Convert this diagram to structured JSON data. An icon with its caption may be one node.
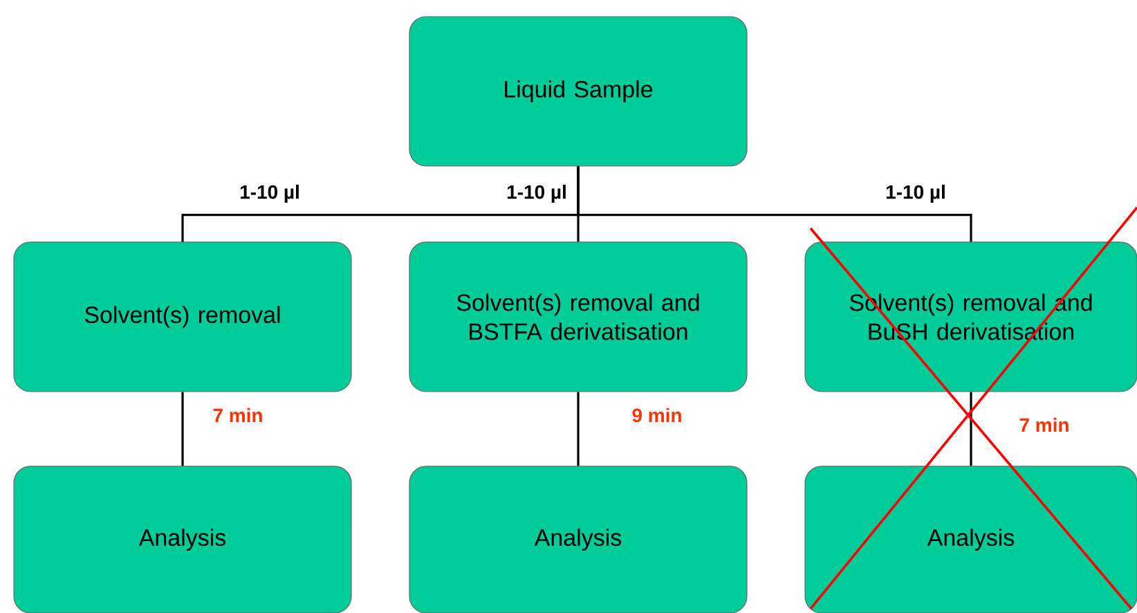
{
  "diagram": {
    "nodes": [
      {
        "text": [
          "Liquid Sample"
        ]
      },
      {
        "text": [
          "Solvent(s) removal"
        ]
      },
      {
        "text": [
          "Solvent(s) removal and BSTFA derivatisation"
        ]
      },
      {
        "text": [
          "Solvent(s) removal and BuSH derivatisation"
        ]
      },
      {
        "text": [
          "Analysis"
        ]
      },
      {
        "text": [
          "Analysis"
        ]
      },
      {
        "text": [
          "Analysis"
        ]
      }
    ],
    "edges": [
      {
        "from": 0,
        "to": 1,
        "arrow": "none",
        "label": "1-10 µl"
      },
      {
        "from": 0,
        "to": 2,
        "arrow": "none",
        "label": "1-10 µl"
      },
      {
        "from": 0,
        "to": 3,
        "arrow": "none",
        "label": "1-10 µl"
      },
      {
        "from": 1,
        "to": 4,
        "arrow": "none",
        "label": "7 min"
      },
      {
        "from": 2,
        "to": 5,
        "arrow": "none",
        "label": "9 min"
      },
      {
        "from": 3,
        "to": 6,
        "arrow": "none",
        "label": "7 min"
      }
    ]
  }
}
